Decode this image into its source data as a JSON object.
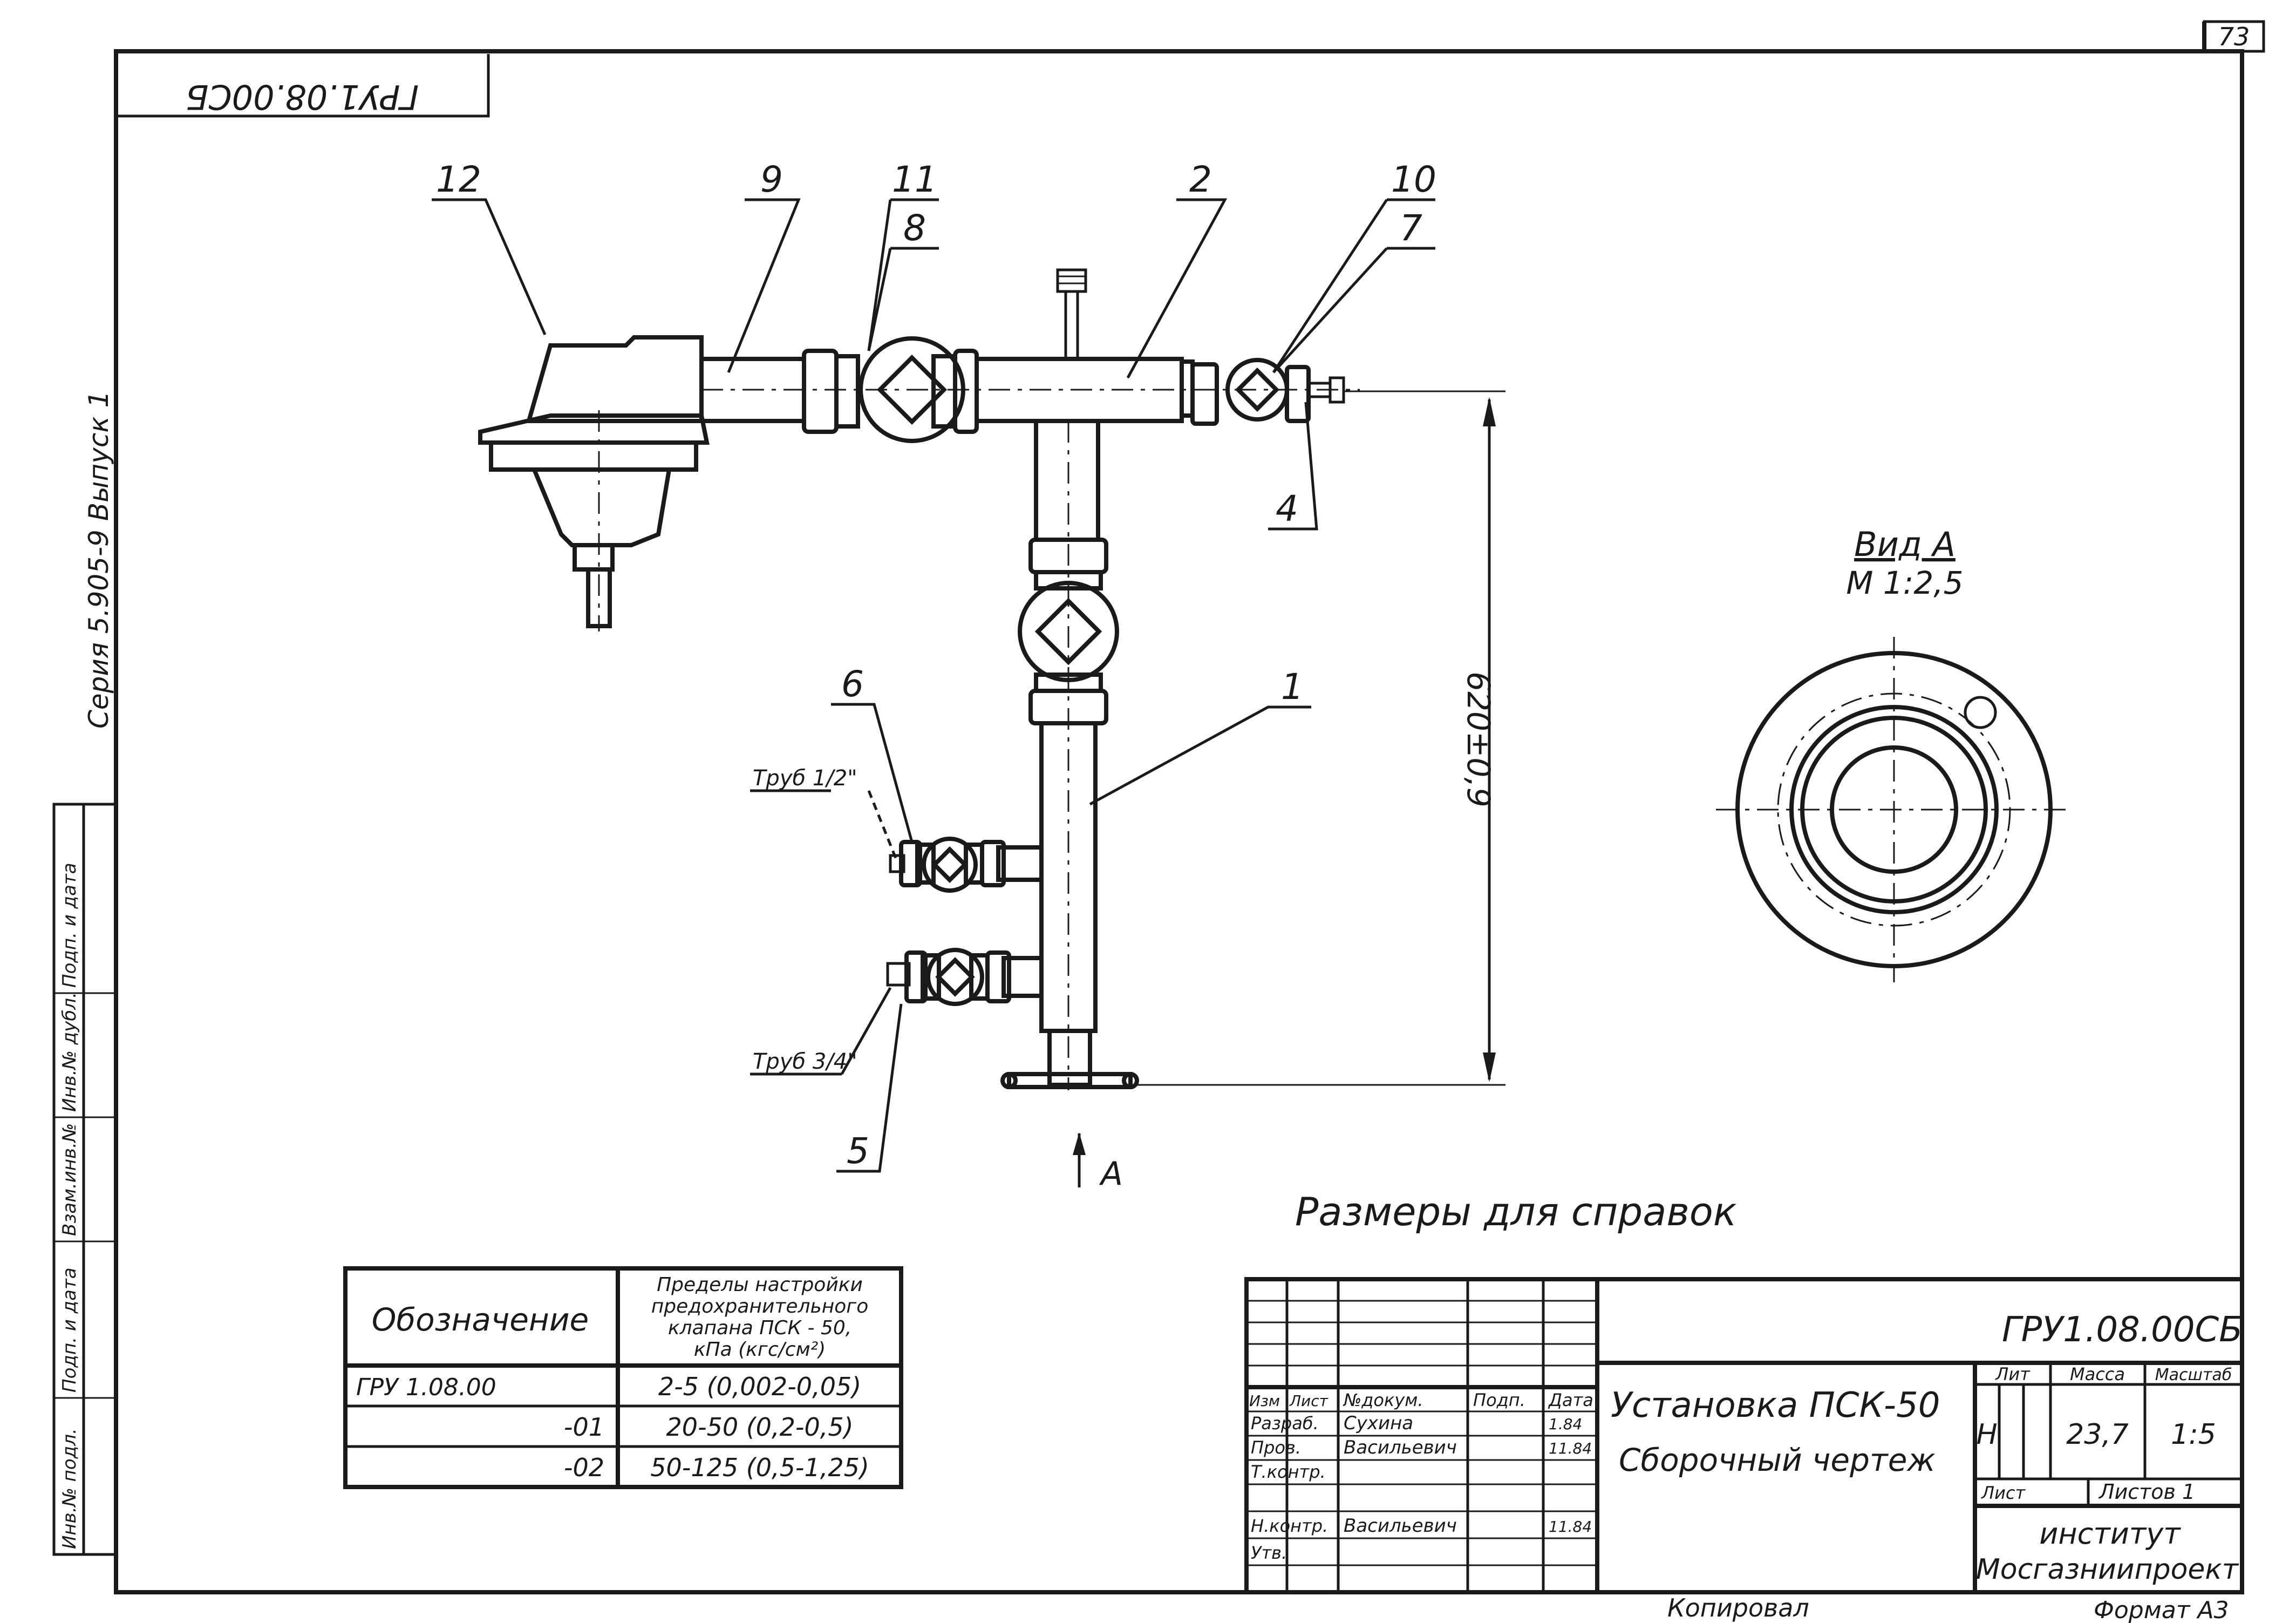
{
  "sheet": {
    "page_number": "73",
    "rotated_code": "ГРУ1.08.00СБ",
    "side_series": "Серия 5.905-9 Выпуск 1",
    "left_strip": [
      "Подп. и дата",
      "Инв.№ дубл.",
      "Взам.инв.№",
      "Подп. и дата",
      "Инв.№ подл."
    ]
  },
  "callouts": {
    "c12": "12",
    "c9": "9",
    "c11": "11",
    "c8": "8",
    "c2": "2",
    "c10": "10",
    "c7": "7",
    "c4": "4",
    "c6": "6",
    "c1": "1",
    "c5": "5",
    "pipe_half": "Труб 1/2\"",
    "pipe_threequarter": "Труб 3/4\"",
    "dimension": "620±0,9",
    "arrow_a": "A"
  },
  "view_a": {
    "title": "Вид A",
    "scale": "М 1:2,5"
  },
  "reference_note": "Размеры для справок",
  "settings_table": {
    "col1_header": "Обозначение",
    "col2_header": [
      "Пределы настройки",
      "предохранительного",
      "клапана ПСК - 50,",
      "кПа (кгс/см²)"
    ],
    "rows": [
      {
        "code": "ГРУ 1.08.00",
        "range": "2-5 (0,002-0,05)"
      },
      {
        "code": "-01",
        "range": "20-50 (0,2-0,5)"
      },
      {
        "code": "-02",
        "range": "50-125 (0,5-1,25)"
      }
    ]
  },
  "title_block": {
    "doc_code": "ГРУ1.08.00СБ",
    "title_line1": "Установка ПСК-50",
    "title_line2": "Сборочный чертеж",
    "headers": {
      "izm": "Изм",
      "list": "Лист",
      "ndoc": "№докум.",
      "podp": "Подп.",
      "data": "Дата"
    },
    "roles": [
      {
        "role": "Разраб.",
        "name": "Сухина",
        "date": "1.84"
      },
      {
        "role": "Пров.",
        "name": "Васильевич",
        "date": "11.84"
      },
      {
        "role": "Т.контр.",
        "name": "",
        "date": ""
      },
      {
        "role": "",
        "name": "",
        "date": ""
      },
      {
        "role": "Н.контр.",
        "name": "Васильевич",
        "date": "11.84"
      },
      {
        "role": "Утв.",
        "name": "",
        "date": ""
      }
    ],
    "lit_label": "Лит",
    "mass_label": "Масса",
    "scale_label": "Масштаб",
    "lit_value": "Н",
    "mass_value": "23,7",
    "scale_value": "1:5",
    "sheet_label": "Лист",
    "sheets_label": "Листов 1",
    "institute_line1": "институт",
    "institute_line2": "Мосгазниипроект"
  },
  "footer": {
    "copied": "Копировал",
    "format": "Формат А3"
  }
}
